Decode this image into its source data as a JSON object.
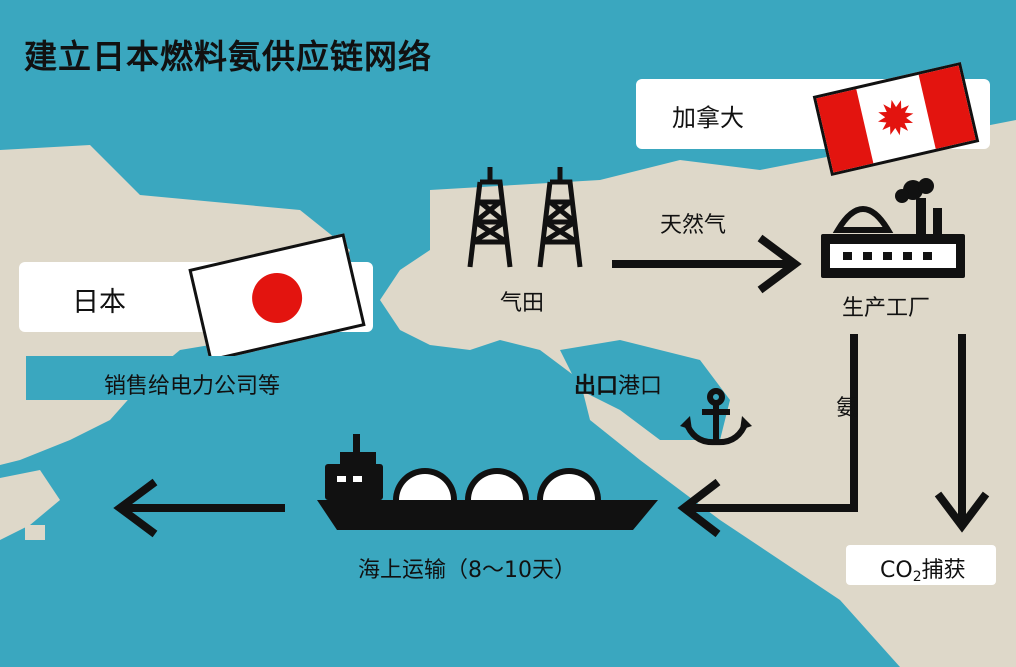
{
  "title": "建立日本燃料氨供应链网络",
  "japan": {
    "country": "日本",
    "sales": "销售给电力公司等"
  },
  "canada": {
    "country": "加拿大"
  },
  "nodes": {
    "gas_field": "气田",
    "natural_gas": "天然气",
    "factory": "生产工厂",
    "ammonia": "氨",
    "export_port_bold": "出口",
    "export_port_rest": "港口",
    "shipping": "海上运输（8～10天）",
    "co2_prefix": "CO",
    "co2_sub": "2",
    "co2_suffix": "捕获"
  },
  "colors": {
    "sea": "#3aa7bf",
    "land": "#ded8c9",
    "accent_red": "#e3140f",
    "ink": "#111111"
  },
  "icons": [
    "oil-rig-icon",
    "oil-rig-icon",
    "factory-icon",
    "anchor-icon",
    "lng-ship-icon",
    "japan-flag-icon",
    "canada-flag-icon",
    "maple-leaf-icon"
  ]
}
